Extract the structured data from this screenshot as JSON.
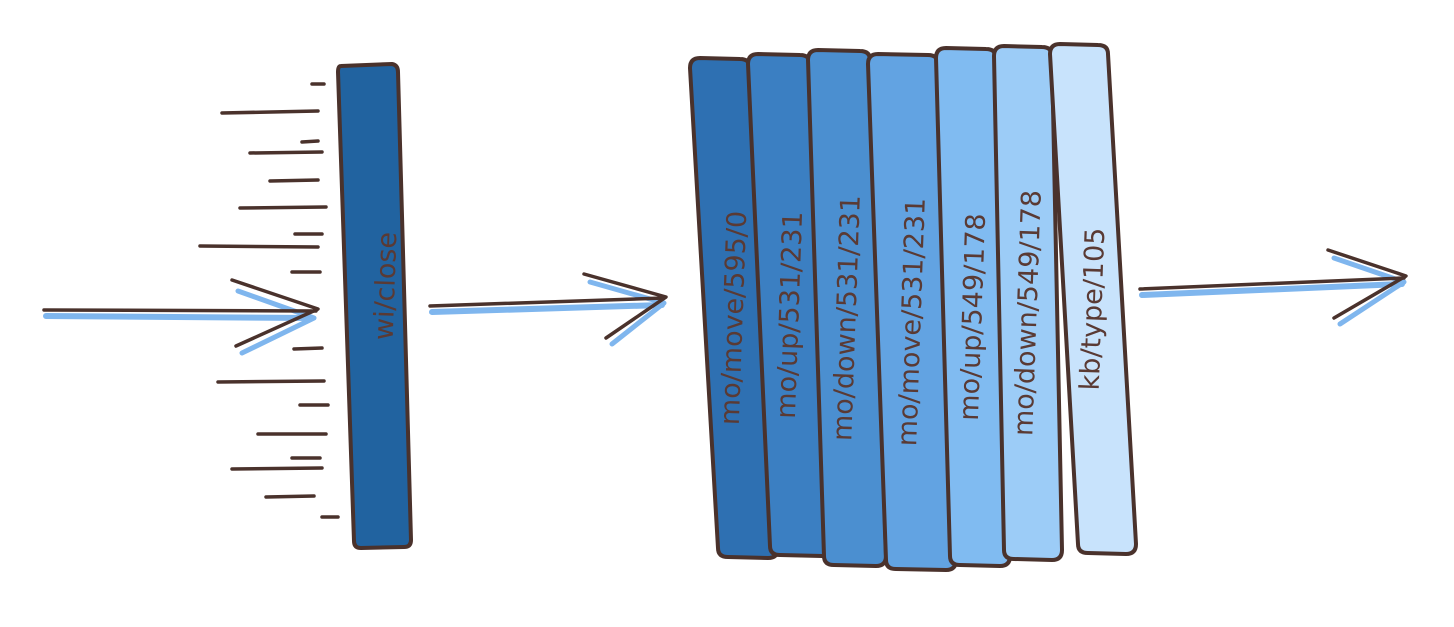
{
  "diagram": {
    "blocker": {
      "label": "wi/close",
      "color": "#2163a0"
    },
    "bars": [
      {
        "label": "mo/move/595/0",
        "color": "#2e70b2"
      },
      {
        "label": "mo/up/531/231",
        "color": "#3b7fc2"
      },
      {
        "label": "mo/down/531/231",
        "color": "#4b8fd0"
      },
      {
        "label": "mo/move/531/231",
        "color": "#62a3e2"
      },
      {
        "label": "mo/up/549/178",
        "color": "#80bbf1"
      },
      {
        "label": "mo/down/549/178",
        "color": "#9cccf7"
      },
      {
        "label": "kb/type/105",
        "color": "#c8e3fc"
      }
    ],
    "colors": {
      "outline": "#4a322c",
      "arrow_shadow": "#7fb6ee",
      "label_text": "#5a3a34"
    },
    "icons": [
      "arrow-right-icon",
      "speed-lines-icon"
    ]
  }
}
